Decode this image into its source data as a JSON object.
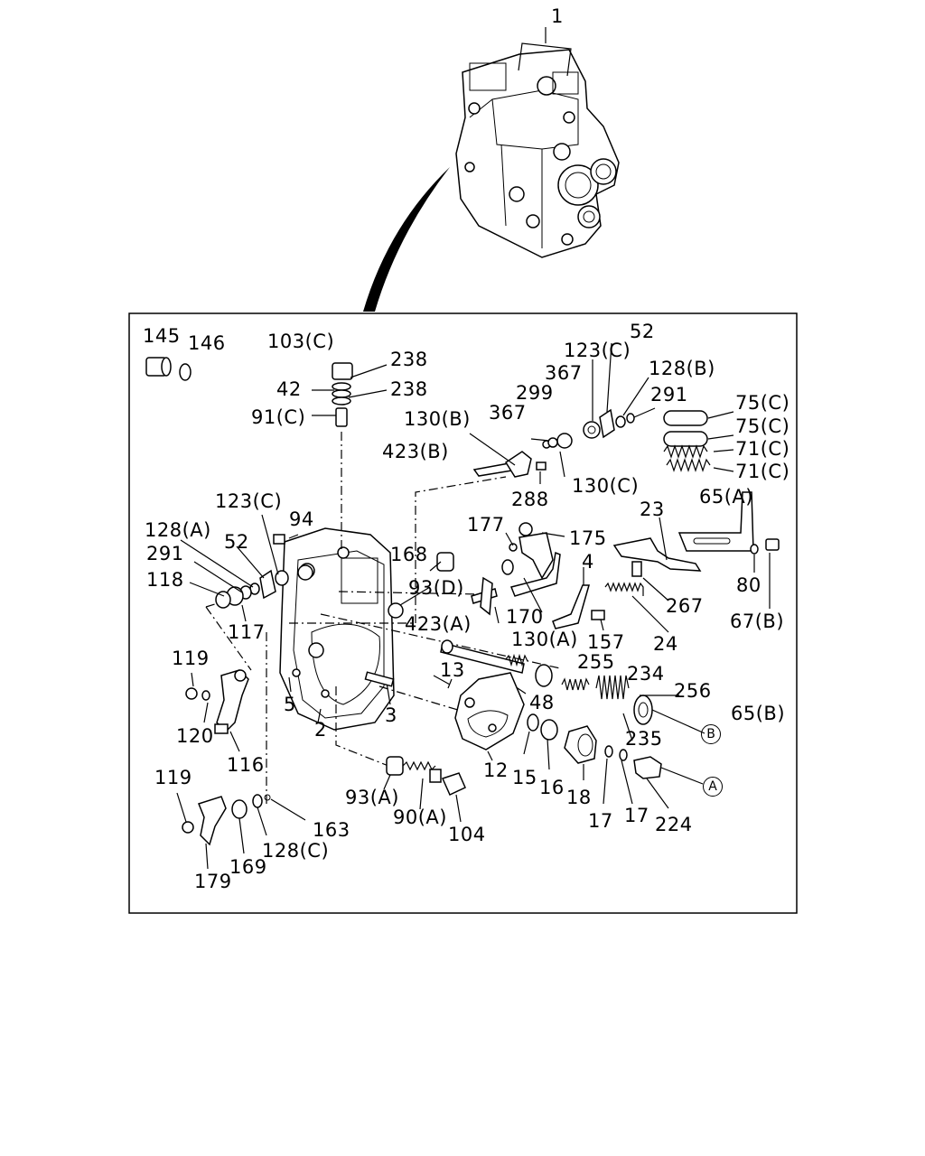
{
  "parts": {
    "p1": "1",
    "p145": "145",
    "p146": "146",
    "p103c": "103(C)",
    "p238a": "238",
    "p42": "42",
    "p238b": "238",
    "p91c": "91(C)",
    "p52a": "52",
    "p123c_top": "123(C)",
    "p128b": "128(B)",
    "p367a": "367",
    "p291a": "291",
    "p299": "299",
    "p75c_a": "75(C)",
    "p75c_b": "75(C)",
    "p71c_a": "71(C)",
    "p71c_b": "71(C)",
    "p130b": "130(B)",
    "p367b": "367",
    "p423b": "423(B)",
    "p130c": "130(C)",
    "p288": "288",
    "p65a": "65(A)",
    "p23": "23",
    "p123c_left": "123(C)",
    "p94": "94",
    "p177": "177",
    "p175": "175",
    "p128a": "128(A)",
    "p52b": "52",
    "p291b": "291",
    "p168": "168",
    "p80": "80",
    "p118": "118",
    "p93d": "93(D)",
    "p4": "4",
    "p267": "267",
    "p117": "117",
    "p423a": "423(A)",
    "p170": "170",
    "p67b": "67(B)",
    "p130a": "130(A)",
    "p157": "157",
    "p24": "24",
    "p119a": "119",
    "p13": "13",
    "p255": "255",
    "p234": "234",
    "p5": "5",
    "p48": "48",
    "p256": "256",
    "p65b": "65(B)",
    "p3": "3",
    "p120": "120",
    "p2": "2",
    "p235": "235",
    "p116": "116",
    "p12": "12",
    "p15": "15",
    "p16": "16",
    "p18": "18",
    "p119b": "119",
    "p93a": "93(A)",
    "p17a": "17",
    "p17b": "17",
    "p224": "224",
    "p163": "163",
    "p90a": "90(A)",
    "p104": "104",
    "p128c": "128(C)",
    "p169": "169",
    "p179": "179"
  },
  "callouts": {
    "b": "B",
    "a": "A"
  }
}
